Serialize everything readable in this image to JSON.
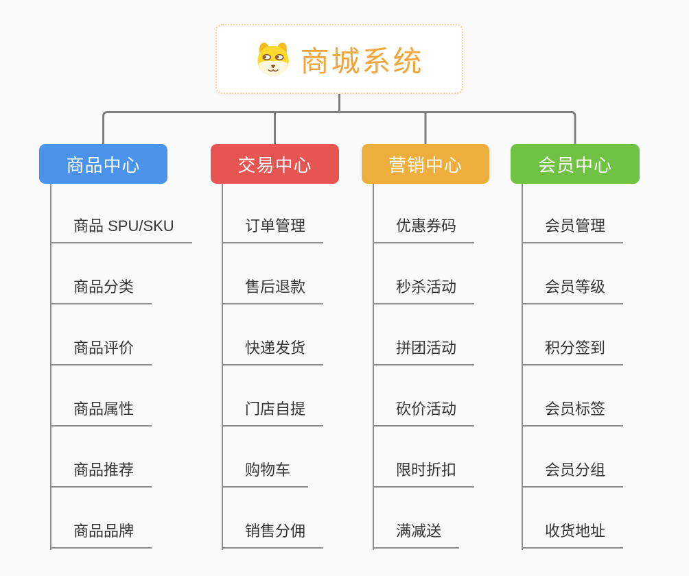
{
  "root": {
    "title": "商城系统",
    "icon": "dog-face-icon",
    "title_color": "#F0A63C",
    "border_color": "#F3D49B"
  },
  "colors": {
    "background": "#FAFAFA",
    "connector": "#7F7F7F",
    "leaf_line": "#8C8C8C",
    "leaf_text": "#333333"
  },
  "branches": [
    {
      "id": "product-center",
      "label": "商品中心",
      "color": "#4B93EA",
      "children": [
        "商品 SPU/SKU",
        "商品分类",
        "商品评价",
        "商品属性",
        "商品推荐",
        "商品品牌"
      ]
    },
    {
      "id": "trade-center",
      "label": "交易中心",
      "color": "#E75552",
      "children": [
        "订单管理",
        "售后退款",
        "快递发货",
        "门店自提",
        "购物车",
        "销售分佣"
      ]
    },
    {
      "id": "marketing-center",
      "label": "营销中心",
      "color": "#EDAE3E",
      "children": [
        "优惠券码",
        "秒杀活动",
        "拼团活动",
        "砍价活动",
        "限时折扣",
        "满减送"
      ]
    },
    {
      "id": "member-center",
      "label": "会员中心",
      "color": "#6FC244",
      "children": [
        "会员管理",
        "会员等级",
        "积分签到",
        "会员标签",
        "会员分组",
        "收货地址"
      ]
    }
  ]
}
